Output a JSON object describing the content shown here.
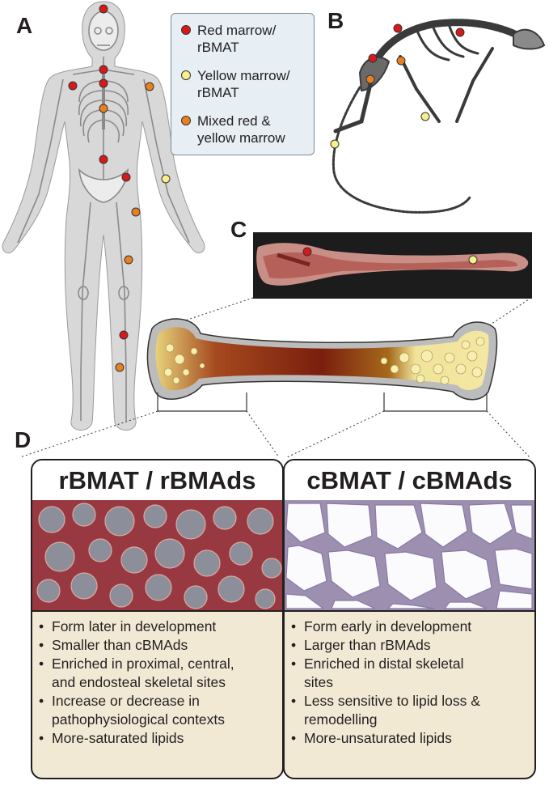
{
  "panels": {
    "a": "A",
    "b": "B",
    "c": "C",
    "d": "D"
  },
  "legend": {
    "items": [
      {
        "line1": "Red marrow/",
        "line2": "rBMAT",
        "color": "#d7191c"
      },
      {
        "line1": "Yellow marrow/",
        "line2": "rBMAT",
        "color": "#f6ef8a"
      },
      {
        "line1": "Mixed red &",
        "line2": "yellow marrow",
        "color": "#e8801f"
      }
    ]
  },
  "left_card": {
    "title": "rBMAT / rBMAds",
    "bullets": [
      "Form later in development",
      "Smaller than cBMAds",
      "Enriched in proximal, central,",
      "and endosteal skeletal sites",
      "Increase or decrease in",
      "pathophysiological contexts",
      "More-saturated lipids"
    ]
  },
  "right_card": {
    "title": "cBMAT / cBMAds",
    "bullets": [
      "Form early in development",
      "Larger than rBMAds",
      "Enriched in distal skeletal",
      "sites",
      "Less sensitive to lipid loss &",
      "remodelling",
      "More-unsaturated lipids"
    ]
  },
  "colors": {
    "red": "#d7191c",
    "yellow": "#f6ef8a",
    "orange": "#e8801f"
  }
}
